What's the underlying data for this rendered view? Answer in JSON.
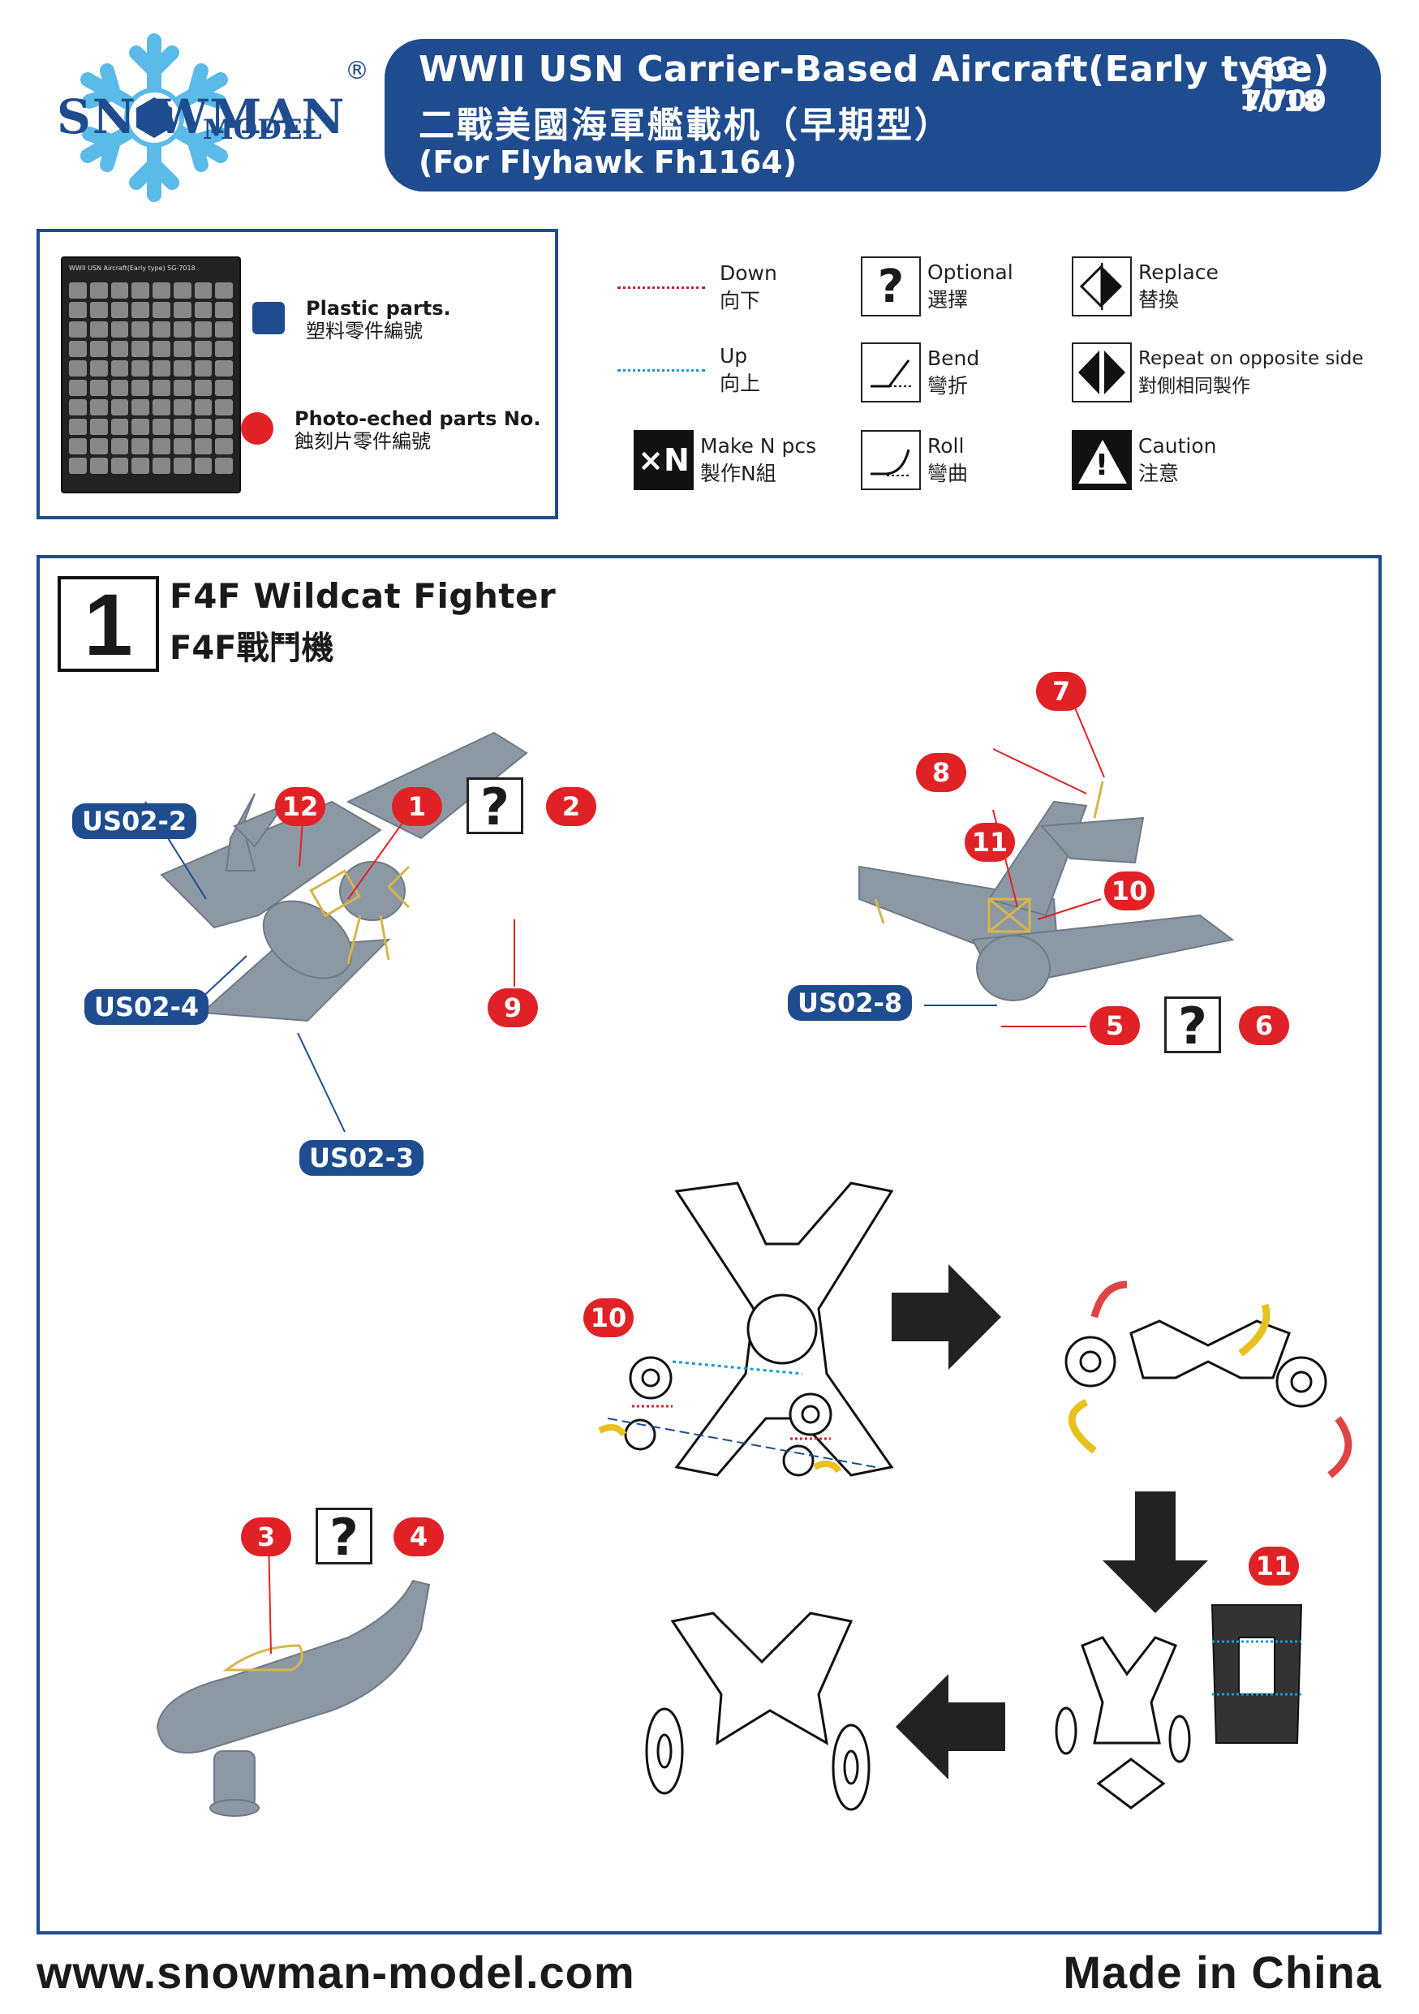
{
  "brand": {
    "logo_word1": "SN  WMAN",
    "logo_word2": "MODEL",
    "registered": "®",
    "color": "#1f4c8f"
  },
  "title": {
    "line1": "WWII USN Carrier-Based Aircraft(Early type)",
    "line2": "二戰美國海軍艦載机（早期型）",
    "line3": "(For Flyhawk Fh1164)",
    "code": "SG-7018",
    "scale": "1/700"
  },
  "parts_legend": {
    "plastic_en": "Plastic parts.",
    "plastic_zh": "塑料零件編號",
    "etched_en": "Photo-eched parts No.",
    "etched_zh": "蝕刻片零件編號",
    "plastic_color": "#1f4c8f",
    "etched_color": "#e02226",
    "sprue_header": "WWII USN Aircraft(Early type)  SG-7018"
  },
  "symbols": {
    "down_en": "Down",
    "down_zh": "向下",
    "up_en": "Up",
    "up_zh": "向上",
    "make_n_icon": "×N",
    "make_n_en": "Make N pcs",
    "make_n_zh": "製作N組",
    "optional_icon": "?",
    "optional_en": "Optional",
    "optional_zh": "選擇",
    "bend_en": "Bend",
    "bend_zh": "彎折",
    "roll_en": "Roll",
    "roll_zh": "彎曲",
    "replace_en": "Replace",
    "replace_zh": "替換",
    "repeat_en": "Repeat on opposite side",
    "repeat_zh": "對側相同製作",
    "caution_icon": "!",
    "caution_en": "Caution",
    "caution_zh": "注意"
  },
  "step": {
    "number": "1",
    "title_en": "F4F Wildcat Fighter",
    "title_zh": "F4F戰鬥機",
    "callouts": {
      "us02_2": "US02-2",
      "us02_3": "US02-3",
      "us02_4": "US02-4",
      "us02_8": "US02-8",
      "n1": "1",
      "n2": "2",
      "n3": "3",
      "n4": "4",
      "n5": "5",
      "n6": "6",
      "n7": "7",
      "n8": "8",
      "n9": "9",
      "n10": "10",
      "n10b": "10",
      "n11": "11",
      "n11b": "11",
      "n12": "12",
      "q": "?"
    }
  },
  "footer": {
    "website": "www.snowman-model.com",
    "origin": "Made in China"
  }
}
